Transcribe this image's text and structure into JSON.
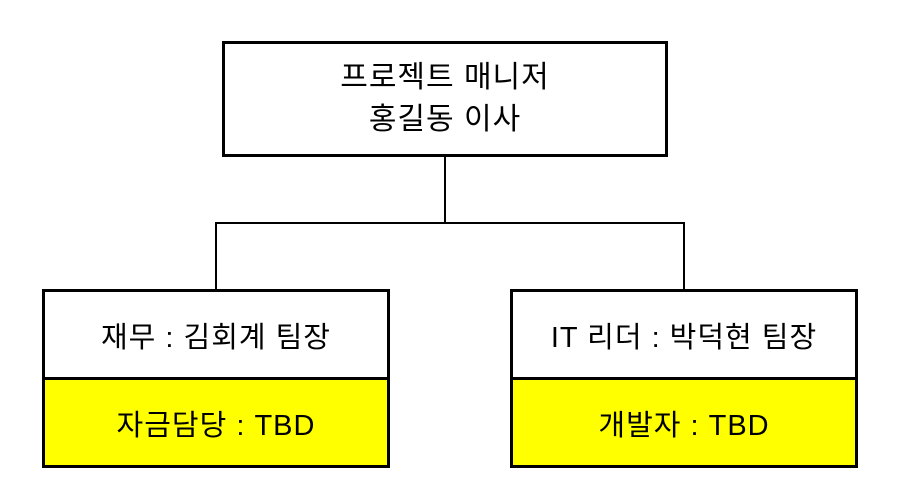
{
  "orgchart": {
    "root": {
      "line1": "프로젝트 매니저",
      "line2": "홍길동 이사"
    },
    "nodes": [
      {
        "id": "finance",
        "title": "재무 : 김회계 팀장",
        "sub": "자금담당 : TBD"
      },
      {
        "id": "it",
        "title": "IT 리더 : 박덕현 팀장",
        "sub": "개발자 : TBD"
      }
    ],
    "colors": {
      "highlight": "#FFFF00",
      "border": "#000000",
      "background": "#FFFFFF"
    }
  }
}
